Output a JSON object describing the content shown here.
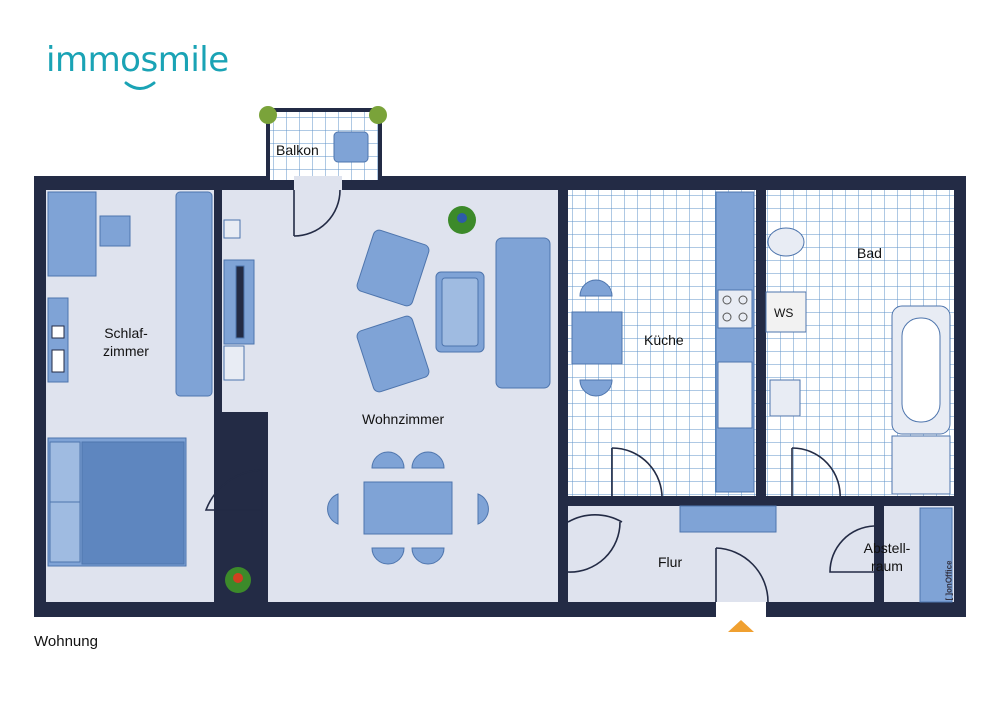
{
  "brand": {
    "logo_text": "immosmile",
    "logo_color": "#1aa3b5",
    "mark_text": "[ ]onOffice"
  },
  "caption": "Wohnung",
  "rooms": {
    "balkon": "Balkon",
    "schlafzimmer": "Schlaf-\nzimmer",
    "wohnzimmer": "Wohnzimmer",
    "kueche": "Küche",
    "bad": "Bad",
    "ws": "WS",
    "flur": "Flur",
    "abstellraum": "Abstell-\nraum"
  },
  "colors": {
    "wall": "#232b45",
    "floor": "#dfe3ee",
    "tile_grid": "#5f93c8",
    "furniture": "#7fa3d6",
    "furniture_dark": "#4e75ad",
    "entrance_arrow": "#f0a030"
  }
}
